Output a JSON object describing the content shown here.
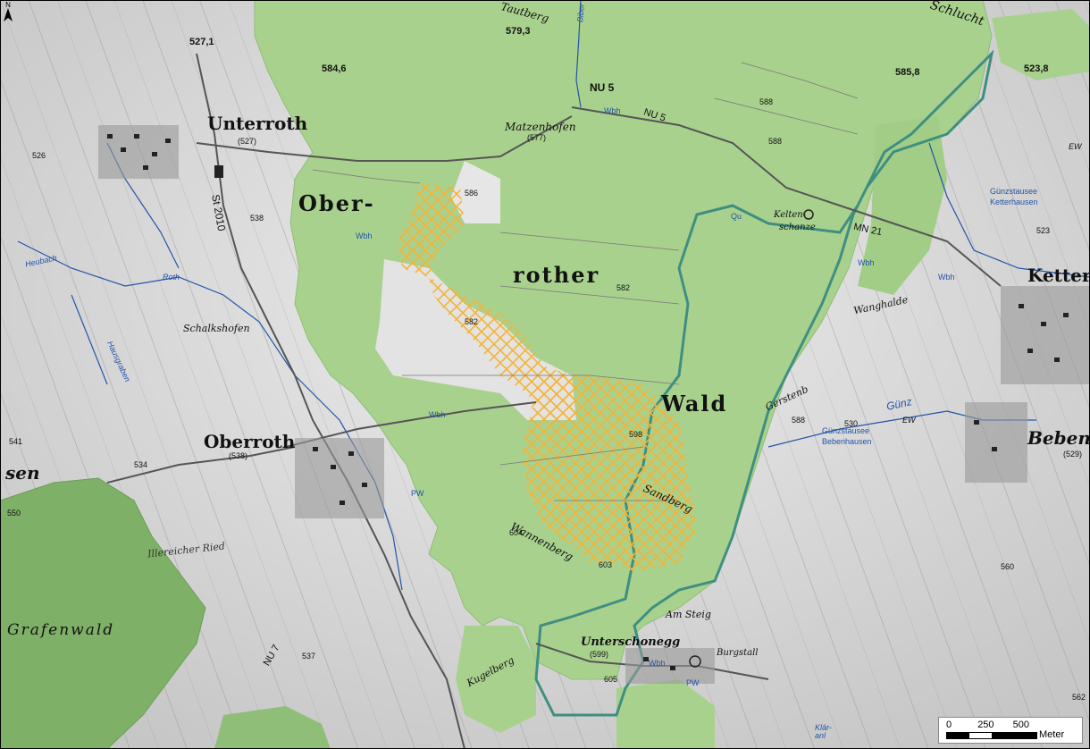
{
  "map": {
    "labels": {
      "unterroth": "Unterroth",
      "oberroth": "Oberroth",
      "ober": "Ober-",
      "rother": "rother",
      "wald": "Wald",
      "ketter": "Ketter",
      "beben": "Beben",
      "grafenwald": "Grafenwald",
      "sen": "sen",
      "matzenhofen": "Matzenhofen",
      "unterschoneggl": "Unterschonegg",
      "schalkshofen": "Schalkshofen",
      "tautberg": "Tautberg",
      "schlucht": "Schlucht",
      "keltenschanze_1": "Kelten-",
      "keltenschanze_2": "schanze",
      "wanghalde": "Wanghalde",
      "gerstenb": "Gerstenb",
      "sandberg": "Sandberg",
      "wannenberg": "Wannenberg",
      "amsteig": "Am Steig",
      "kugelberg": "Kugelberg",
      "burgstall": "Burgstall",
      "illereicher_ried": "Illereicher Ried",
      "gunz": "Günz",
      "gunzstausee_1": "Günzstausee",
      "gunzstausee_2": "Ketterhausen",
      "gunzstausee_3": "Günzstausee",
      "gunzstausee_4": "Bebenhausen",
      "heubach": "Heubach",
      "roth": "Roth",
      "biber": "Biber",
      "hausgraben": "Hausgraben",
      "wbh1": "Wbh",
      "wbh2": "Wbh",
      "wbh3": "Wbh",
      "wbh4": "Wbh",
      "wbh5": "Wbh",
      "wbh6": "Wbh",
      "pw1": "PW",
      "pw2": "PW",
      "qu": "Qu",
      "ew1": "EW",
      "ew2": "EW",
      "klar": "Klär-anl",
      "nu5a": "NU 5",
      "nu5b": "NU 5",
      "nu7": "NU 7",
      "st2010": "St 2010",
      "mn21": "MN 21",
      "elev_5271": "527,1",
      "elev_5846": "584,6",
      "elev_5793": "579,3",
      "elev_5858": "585,8",
      "elev_5238": "523,8",
      "elev_527p": "(527)",
      "elev_577p": "(577)",
      "elev_538p": "(538)",
      "elev_599p": "(599)",
      "elev_5291p": "(529)",
      "elev_586": "586",
      "elev_538": "538",
      "elev_582a": "582",
      "elev_582b": "582",
      "elev_598": "598",
      "elev_604": "604",
      "elev_603": "603",
      "elev_588a": "588",
      "elev_588b": "588",
      "elev_588c": "588",
      "elev_534": "534",
      "elev_537": "537",
      "elev_541": "541",
      "elev_550": "550",
      "elev_523": "523",
      "elev_530": "530",
      "elev_560": "560",
      "elev_562": "562",
      "elev_605": "605",
      "elev_526": "526"
    },
    "scale": {
      "ticks": [
        "0",
        "250",
        "500"
      ],
      "unit": "Meter"
    },
    "north_label": "N",
    "colors": {
      "forest": "#a9d18e",
      "forest_dark": "#7fb067",
      "hillshade": "#d3d3d3",
      "hatch": "#f5b335",
      "boundary": "#3f8f80",
      "water": "#2355a8"
    }
  }
}
